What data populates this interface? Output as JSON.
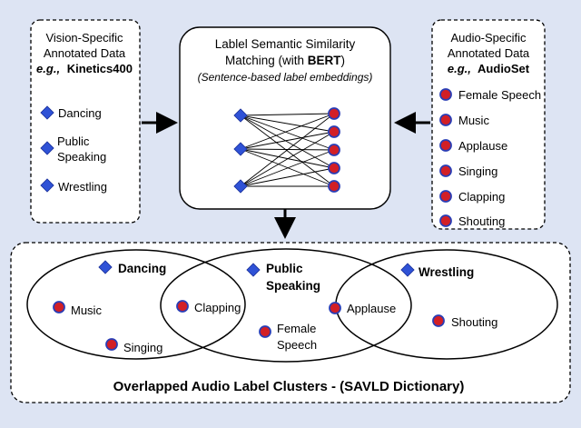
{
  "vision_box": {
    "line1": "Vision-Specific",
    "line2": "Annotated Data",
    "eg_prefix": "e.g.,",
    "eg_dataset": "Kinetics400",
    "items": [
      "Dancing",
      "Public",
      "Speaking",
      "Wrestling"
    ]
  },
  "matching_box": {
    "line1": "Lablel Semantic Similarity",
    "line2_prefix": "Matching (with ",
    "line2_bold": "BERT",
    "line2_suffix": ")",
    "line3": "(Sentence-based label embeddings)"
  },
  "audio_box": {
    "line1": "Audio-Specific",
    "line2": "Annotated Data",
    "eg_prefix": "e.g.,",
    "eg_dataset": "AudioSet",
    "items": [
      "Female Speech",
      "Music",
      "Applause",
      "Singing",
      "Clapping",
      "Shouting"
    ]
  },
  "clusters": {
    "title": "Overlapped Audio Label Clusters - (SAVLD Dictionary)",
    "vision_labels": [
      "Dancing",
      "Public",
      "Speaking",
      "Wrestling"
    ],
    "audio_labels": [
      "Music",
      "Singing",
      "Clapping",
      "Female",
      "Speech",
      "Applause",
      "Shouting"
    ]
  },
  "colors": {
    "background": "#dde4f3",
    "vision_marker": "#2f52d6",
    "audio_marker": "#d21f26",
    "audio_marker_ring": "#2a3db5"
  }
}
